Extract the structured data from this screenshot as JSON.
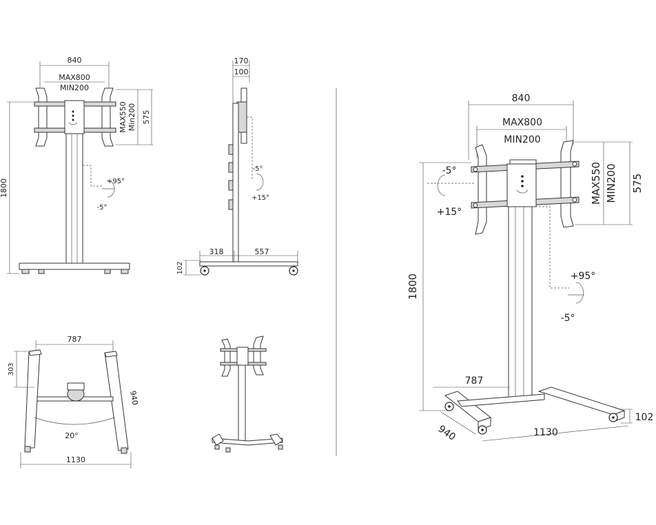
{
  "front_view": {
    "width": "840",
    "max_span": "MAX800",
    "min_span": "MIN200",
    "vert_max": "MAX550",
    "vert_min": "Min200",
    "bracket_height": "575",
    "total_height": "1800",
    "tilt_up": "+95°",
    "tilt_down": "-5°"
  },
  "side_view": {
    "depth_total": "170",
    "depth_mount": "100",
    "tilt_back": "-5°",
    "tilt_forward": "+15°",
    "base_front": "318",
    "base_rear": "557",
    "wheel_height": "102"
  },
  "top_view": {
    "inner_width": "787",
    "leg_offset": "303",
    "leg_length": "940",
    "angle": "20°",
    "outer_width": "1130"
  },
  "iso_view": {
    "width": "840",
    "max_span": "MAX800",
    "min_span": "MIN200",
    "vert_max": "MAX550",
    "vert_min": "MIN200",
    "bracket_height": "575",
    "total_height": "1800",
    "tilt_left_top": "-5°",
    "tilt_left_bottom": "+15°",
    "tilt_up": "+95°",
    "tilt_down": "-5°",
    "inner_width": "787",
    "depth": "940",
    "outer_width": "1130",
    "wheel_height": "102"
  }
}
